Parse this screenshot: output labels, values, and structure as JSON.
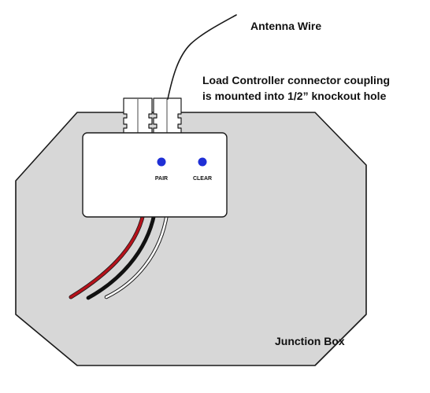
{
  "labels": {
    "antenna_wire": "Antenna Wire",
    "coupling_line1": "Load Controller connector coupling",
    "coupling_line2": "is mounted into 1/2” knockout hole",
    "junction_box": "Junction Box"
  },
  "buttons": {
    "pair": "PAIR",
    "clear": "CLEAR"
  },
  "colors": {
    "box_fill": "#d7d7d7",
    "outline": "#1a1a1a",
    "button_led": "#1f2fd6",
    "wire_red": "#b5121b",
    "wire_black": "#111111",
    "wire_white": "#ffffff"
  }
}
